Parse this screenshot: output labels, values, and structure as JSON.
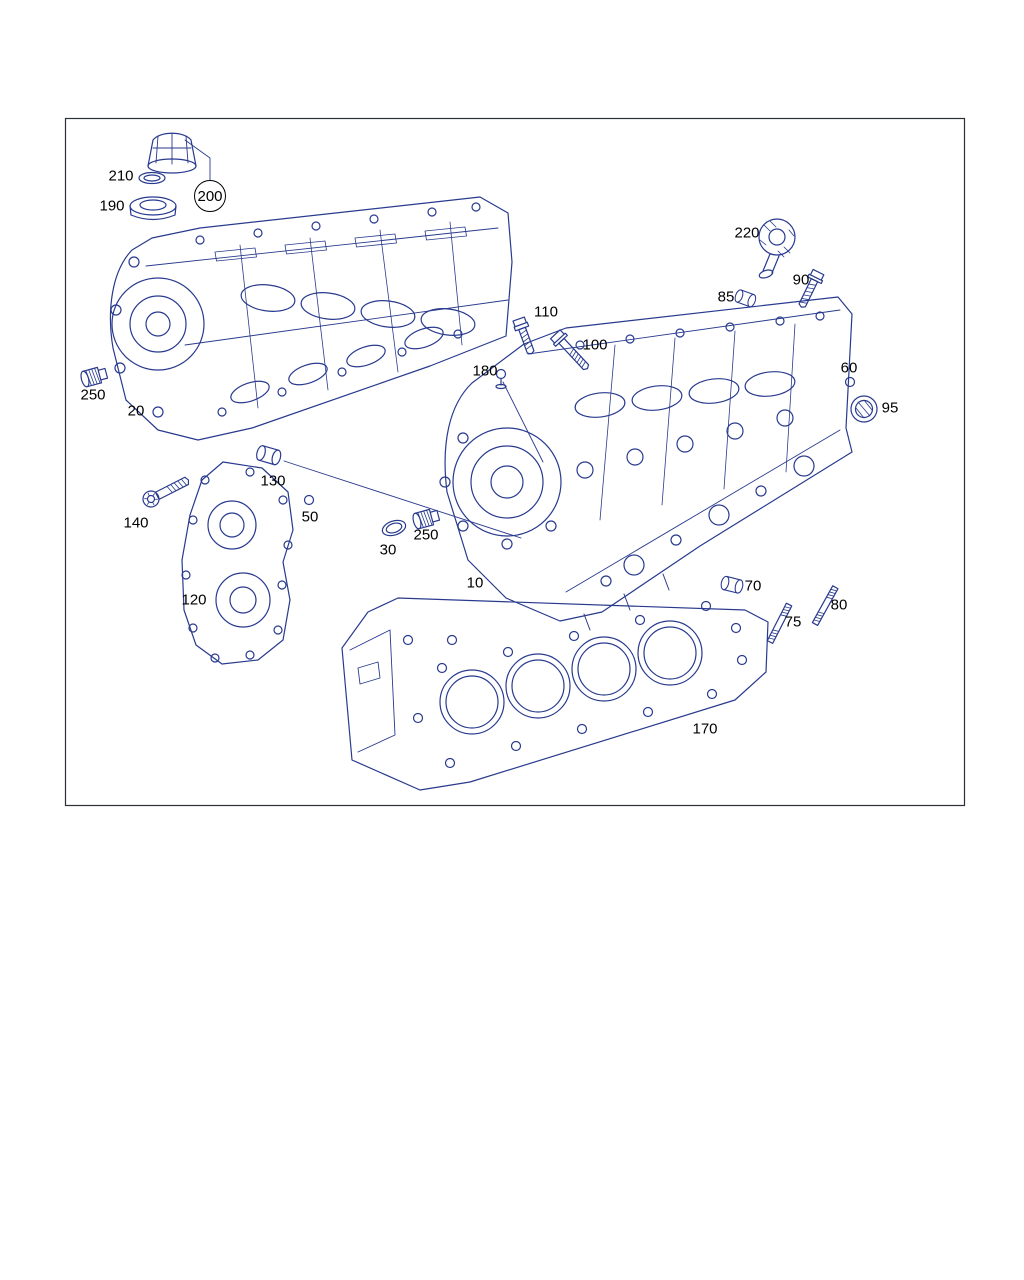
{
  "diagram": {
    "description": "exploded-parts-diagram-cylinder-head",
    "frame_color": "#2a2f3a",
    "art_color": "#283a8e",
    "label_color": "#000000",
    "labels": [
      {
        "text": "210"
      },
      {
        "text": "190"
      },
      {
        "text": "200",
        "circled": true
      },
      {
        "text": "220"
      },
      {
        "text": "90"
      },
      {
        "text": "85"
      },
      {
        "text": "110"
      },
      {
        "text": "100"
      },
      {
        "text": "180"
      },
      {
        "text": "60"
      },
      {
        "text": "95"
      },
      {
        "text": "250"
      },
      {
        "text": "20"
      },
      {
        "text": "130"
      },
      {
        "text": "50"
      },
      {
        "text": "140"
      },
      {
        "text": "30"
      },
      {
        "text": "250"
      },
      {
        "text": "10"
      },
      {
        "text": "120"
      },
      {
        "text": "70"
      },
      {
        "text": "75"
      },
      {
        "text": "80"
      },
      {
        "text": "170"
      }
    ]
  }
}
